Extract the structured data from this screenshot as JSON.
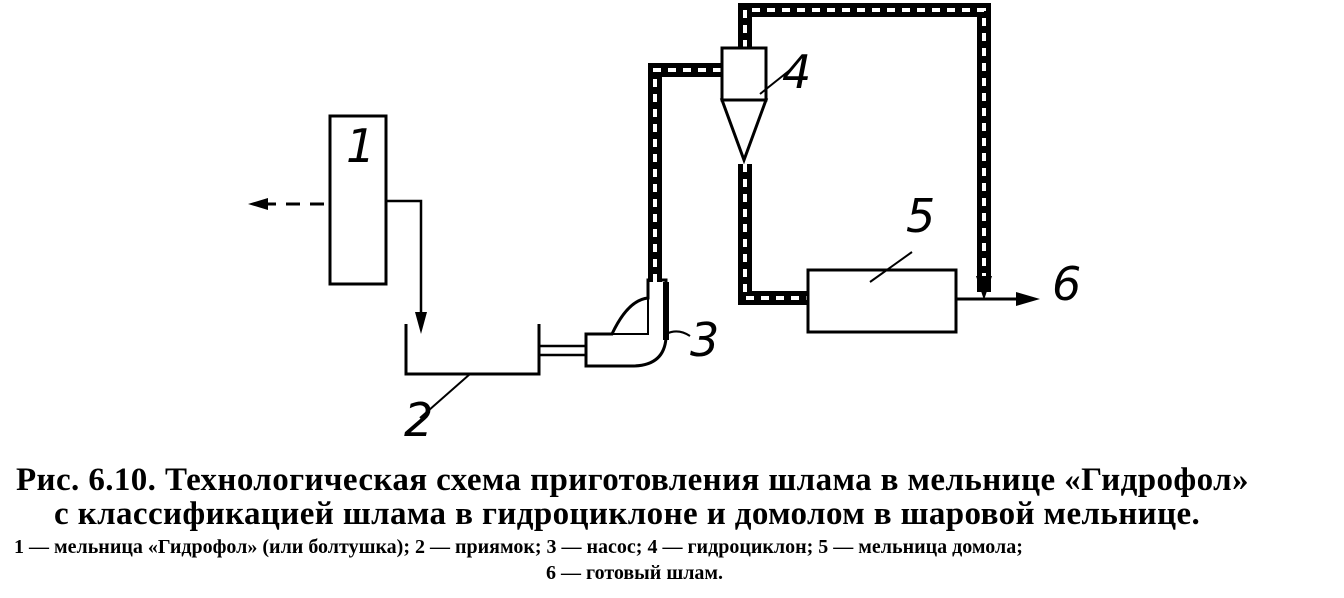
{
  "labels": {
    "n1": "1",
    "n2": "2",
    "n3": "3",
    "n4": "4",
    "n5": "5",
    "n6": "6"
  },
  "caption": {
    "line1": "Рис. 6.10. Технологическая схема приготовления шлама в мельнице «Гидрофол»",
    "line2": "с классификацией шлама в гидроциклоне и домолом в шаровой мельнице.",
    "legend1": "1 — мельница «Гидрофол» (или болтушка); 2 — приямок; 3 — насос; 4 — гидроциклон; 5 — мельница домола;",
    "legend2": "6 — готовый   шлам."
  }
}
